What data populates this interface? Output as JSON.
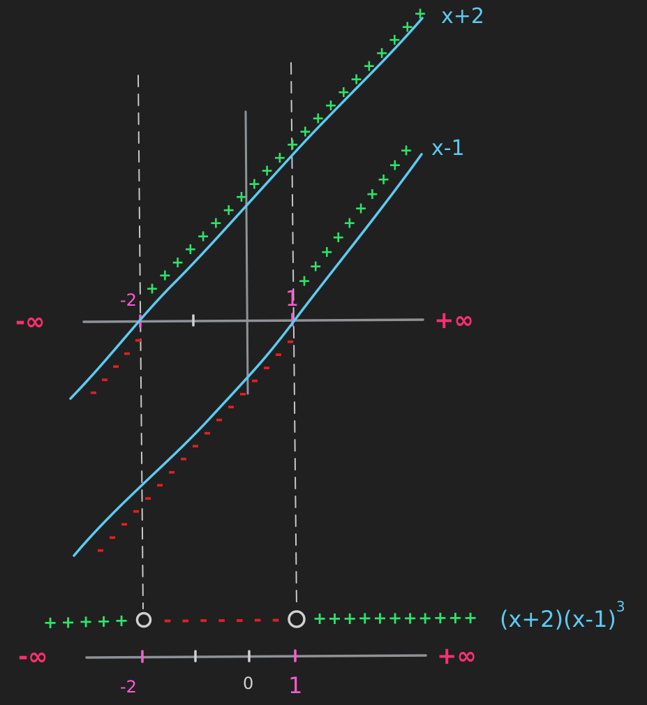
{
  "labels": {
    "fn_upper": "x+2",
    "fn_lower": "x-1",
    "product": "(x+2)(x-1)",
    "product_exp": "3",
    "neg_inf": "-∞",
    "pos_inf": "+∞",
    "root_a": "-2",
    "root_b": "1",
    "zero": "0"
  },
  "signs": {
    "plus": "+",
    "minus": "-"
  },
  "colors": {
    "background": "#202020",
    "axis": "#8e9398",
    "guide": "#c8c8c8",
    "line": "#5ccbf2",
    "plus": "#2ee36b",
    "minus": "#e02020",
    "root": "#ff5ad2",
    "infinity": "#ff2f6f",
    "open_point": "#d0d0d0"
  },
  "chart_data": {
    "type": "sign-chart",
    "roots": [
      -2,
      1
    ],
    "ticks": [
      -2,
      0,
      1
    ],
    "factors": [
      {
        "label": "x+2",
        "root": -2,
        "left_sign": "-",
        "right_sign": "+"
      },
      {
        "label": "x-1",
        "root": 1,
        "left_sign": "-",
        "right_sign": "+"
      }
    ],
    "product": {
      "label": "(x+2)(x-1)",
      "exponent": "3",
      "intervals": [
        {
          "from": "-∞",
          "to": -2,
          "sign": "+"
        },
        {
          "from": -2,
          "to": 1,
          "sign": "-"
        },
        {
          "from": 1,
          "to": "+∞",
          "sign": "+"
        }
      ],
      "open_points": [
        -2,
        1
      ]
    }
  }
}
